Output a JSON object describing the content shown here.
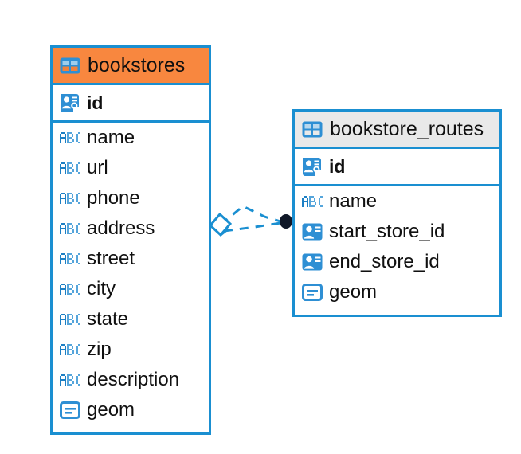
{
  "diagram": {
    "type": "entity-relationship-diagram",
    "background_color": "#ffffff",
    "accent_color": "#1a8fd1",
    "highlight_color": "#f8873f",
    "header_neutral_color": "#e9e9e9"
  },
  "tables": [
    {
      "name": "bookstores",
      "header_style": "accent-orange",
      "primary_key": {
        "label": "id",
        "icon": "primary-key-icon",
        "type": "key"
      },
      "fields": [
        {
          "label": "name",
          "icon": "abc-text-icon",
          "type": "text"
        },
        {
          "label": "url",
          "icon": "abc-text-icon",
          "type": "text"
        },
        {
          "label": "phone",
          "icon": "abc-text-icon",
          "type": "text"
        },
        {
          "label": "address",
          "icon": "abc-text-icon",
          "type": "text"
        },
        {
          "label": "street",
          "icon": "abc-text-icon",
          "type": "text"
        },
        {
          "label": "city",
          "icon": "abc-text-icon",
          "type": "text"
        },
        {
          "label": "state",
          "icon": "abc-text-icon",
          "type": "text"
        },
        {
          "label": "zip",
          "icon": "abc-text-icon",
          "type": "text"
        },
        {
          "label": "description",
          "icon": "abc-text-icon",
          "type": "text"
        },
        {
          "label": "geom",
          "icon": "geometry-icon",
          "type": "geometry"
        }
      ]
    },
    {
      "name": "bookstore_routes",
      "header_style": "accent-gray",
      "primary_key": {
        "label": "id",
        "icon": "primary-key-icon",
        "type": "key"
      },
      "fields": [
        {
          "label": "name",
          "icon": "abc-text-icon",
          "type": "text"
        },
        {
          "label": "start_store_id",
          "icon": "foreign-key-icon",
          "type": "reference"
        },
        {
          "label": "end_store_id",
          "icon": "foreign-key-icon",
          "type": "reference"
        },
        {
          "label": "geom",
          "icon": "geometry-icon",
          "type": "geometry"
        }
      ]
    }
  ],
  "relationships": [
    {
      "from_table": "bookstores",
      "to_table": "bookstore_routes",
      "from_marker": "diamond",
      "to_marker": "filled-circle",
      "line_style": "dashed",
      "line_color": "#1a8fd1"
    },
    {
      "from_table": "bookstores",
      "to_table": "bookstore_routes",
      "from_marker": "diamond",
      "to_marker": "filled-circle",
      "line_style": "dashed",
      "line_color": "#1a8fd1"
    }
  ]
}
